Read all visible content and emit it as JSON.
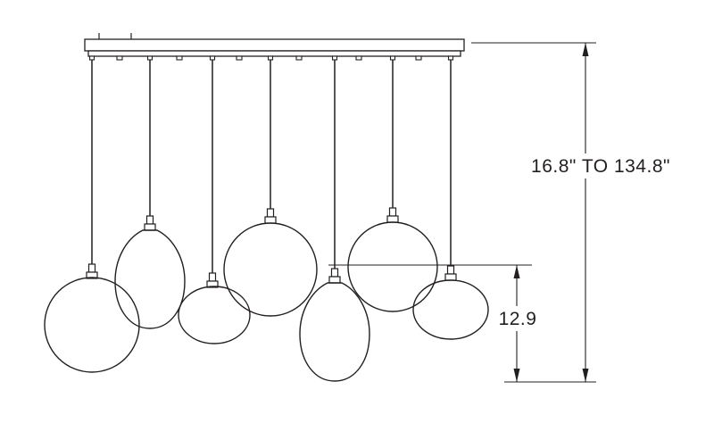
{
  "diagram": {
    "subject": "seven-light linear pendant chandelier dimension drawing",
    "labels": {
      "overall_height_range": "16.8\" TO 134.8\"",
      "shade_drop": "12.9"
    },
    "colors": {
      "line": "#231f20",
      "background": "#ffffff"
    }
  }
}
